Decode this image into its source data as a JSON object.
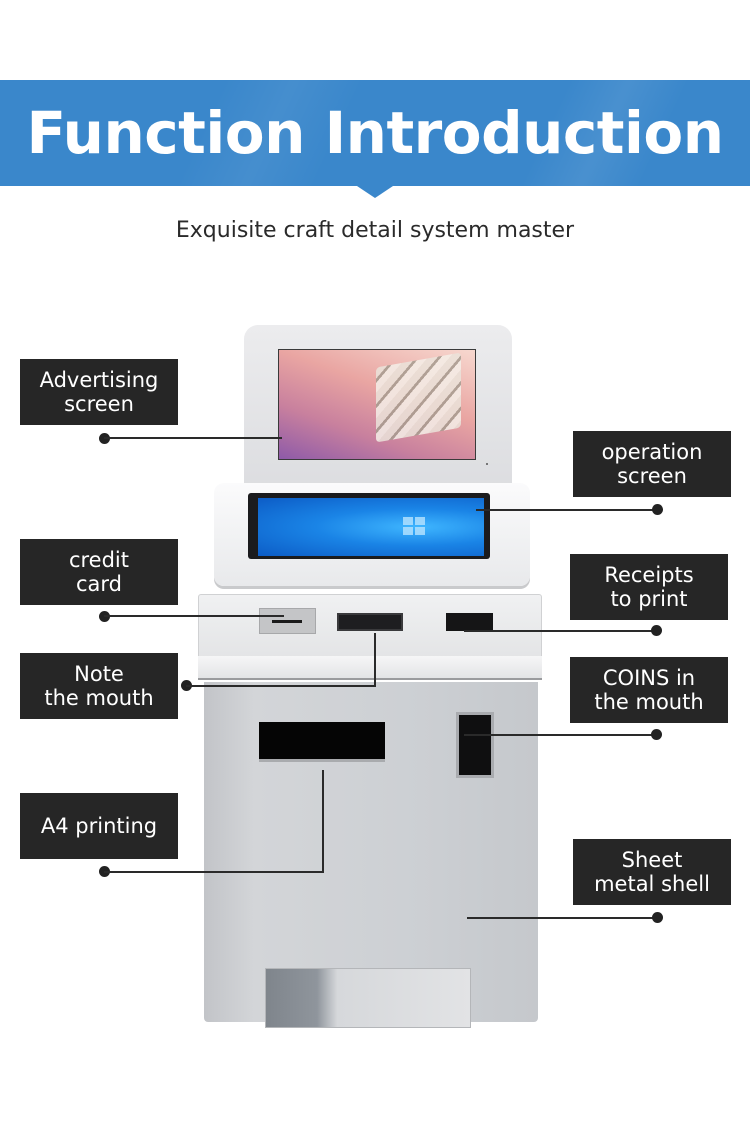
{
  "header": {
    "title": "Function Introduction",
    "subtitle": "Exquisite craft detail system master",
    "banner_color": "#3a87cb"
  },
  "callouts": [
    {
      "id": "advertising-screen",
      "label": "Advertising screen",
      "line1": "Advertising",
      "line2": "screen",
      "side": "left"
    },
    {
      "id": "operation-screen",
      "label": "operation screen",
      "line1": "operation",
      "line2": "screen",
      "side": "right"
    },
    {
      "id": "credit-card",
      "label": "credit card",
      "line1": "credit",
      "line2": "card",
      "side": "left"
    },
    {
      "id": "receipts-to-print",
      "label": "Receipts to print",
      "line1": "Receipts",
      "line2": "to print",
      "side": "right"
    },
    {
      "id": "note-the-mouth",
      "label": "Note the mouth",
      "line1": "Note",
      "line2": "the mouth",
      "side": "left"
    },
    {
      "id": "coins-in-the-mouth",
      "label": "COINS in the mouth",
      "line1": "COINS in",
      "line2": "the mouth",
      "side": "right"
    },
    {
      "id": "a4-printing",
      "label": "A4 printing",
      "line1": "A4 printing",
      "side": "left"
    },
    {
      "id": "sheet-metal-shell",
      "label": "Sheet metal shell",
      "line1": "Sheet",
      "line2": "metal shell",
      "side": "right"
    }
  ],
  "colors": {
    "label_bg": "#262626",
    "label_text": "#ffffff",
    "connector": "#2a2a2a"
  }
}
